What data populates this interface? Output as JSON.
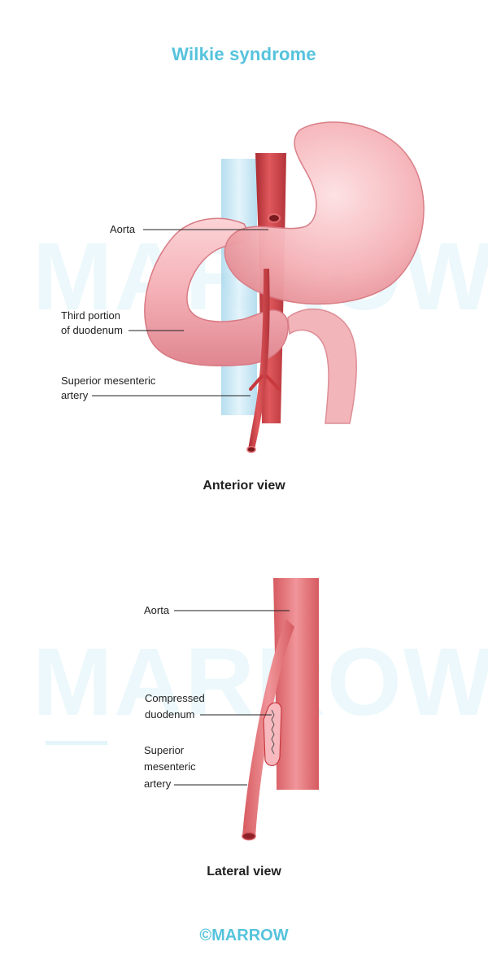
{
  "title": "Wilkie syndrome",
  "watermark": "MARROW",
  "anterior": {
    "view_title": "Anterior view",
    "labels": {
      "aorta": "Aorta",
      "third_portion_line1": "Third portion",
      "third_portion_line2": "of duodenum",
      "sma_line1": "Superior mesenteric",
      "sma_line2": "artery"
    }
  },
  "lateral": {
    "view_title": "Lateral view",
    "labels": {
      "aorta": "Aorta",
      "compressed_line1": "Compressed",
      "compressed_line2": "duodenum",
      "sma_line1": "Superior",
      "sma_line2": "mesenteric",
      "sma_line3": "artery"
    }
  },
  "brand": "©MARROW",
  "colors": {
    "title": "#56c3dc",
    "artery": "#c8393e",
    "stomach": "#f2a5ab",
    "vein": "#bfe3f2"
  }
}
